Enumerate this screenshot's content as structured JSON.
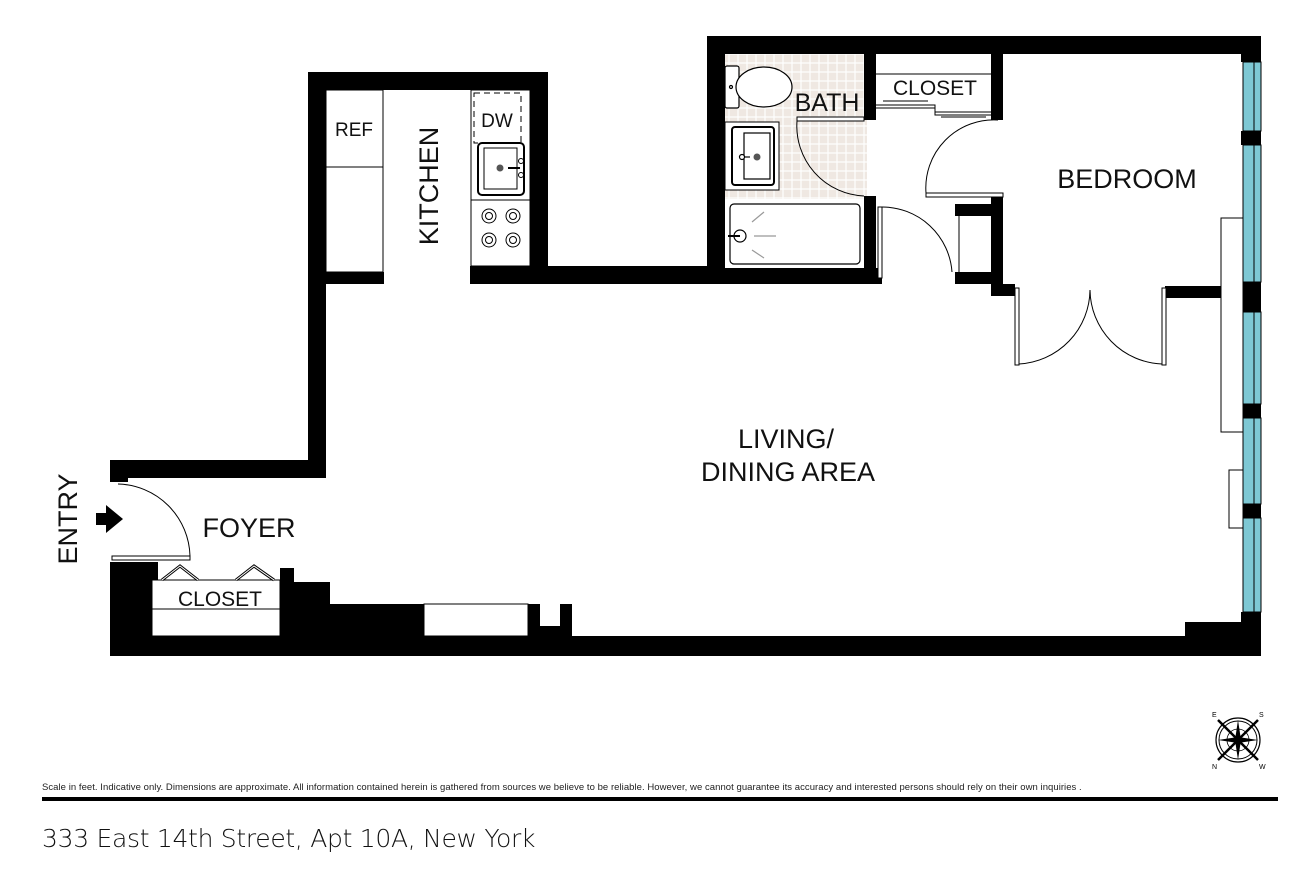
{
  "floorplan": {
    "address": "333 East 14th Street, Apt 10A, New York",
    "disclaimer": "Scale in feet. Indicative only. Dimensions are approximate. All information contained herein is gathered from sources we believe to be reliable. However, we cannot guarantee its accuracy and interested persons should rely on their own inquiries .",
    "colors": {
      "wall": "#000000",
      "window_glass": "#7ec8d4",
      "bath_tile": "#efe8e2",
      "background": "#ffffff"
    },
    "rooms": {
      "kitchen": "KITCHEN",
      "bath": "BATH",
      "bath_closet": "CLOSET",
      "bedroom": "BEDROOM",
      "living_line1": "LIVING/",
      "living_line2": "DINING AREA",
      "foyer": "FOYER",
      "foyer_closet": "CLOSET",
      "entry": "ENTRY"
    },
    "fixtures": {
      "refrigerator": "REF",
      "dishwasher": "DW"
    },
    "compass": {
      "top_left": "E",
      "top_right": "S",
      "bottom_left": "N",
      "bottom_right": "W",
      "icon": "compass-rose-icon"
    },
    "entry_arrow_icon": "arrow-right-icon"
  }
}
